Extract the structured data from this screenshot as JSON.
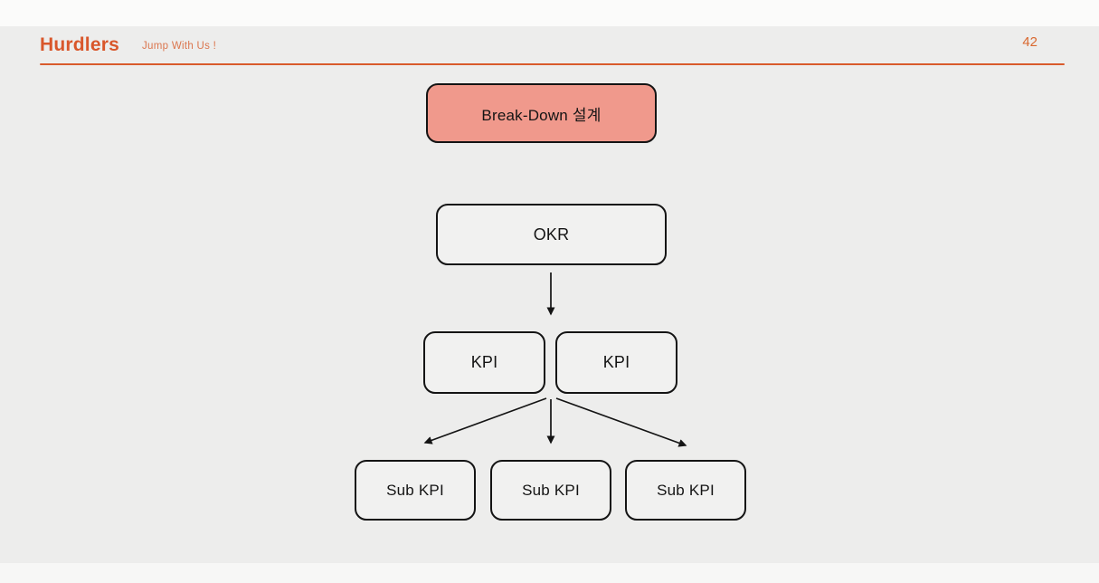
{
  "page": {
    "background_color": "#ededec",
    "top_strip_color": "#fbfbfa"
  },
  "header": {
    "brand": "Hurdlers",
    "tagline": "Jump With Us !",
    "page_number": "42",
    "brand_color": "#d9572b",
    "rule_color": "#d95b2c"
  },
  "diagram": {
    "title_node": {
      "label": "Break-Down 설계",
      "fill": "#f0998c"
    },
    "nodes": {
      "okr": {
        "label": "OKR"
      },
      "kpi1": {
        "label": "KPI"
      },
      "kpi2": {
        "label": "KPI"
      },
      "sub1": {
        "label": "Sub KPI"
      },
      "sub2": {
        "label": "Sub KPI"
      },
      "sub3": {
        "label": "Sub KPI"
      }
    },
    "edges": [
      "OKR -> KPI group",
      "KPI group -> Sub KPI 1",
      "KPI group -> Sub KPI 2",
      "KPI group -> Sub KPI 3"
    ]
  }
}
